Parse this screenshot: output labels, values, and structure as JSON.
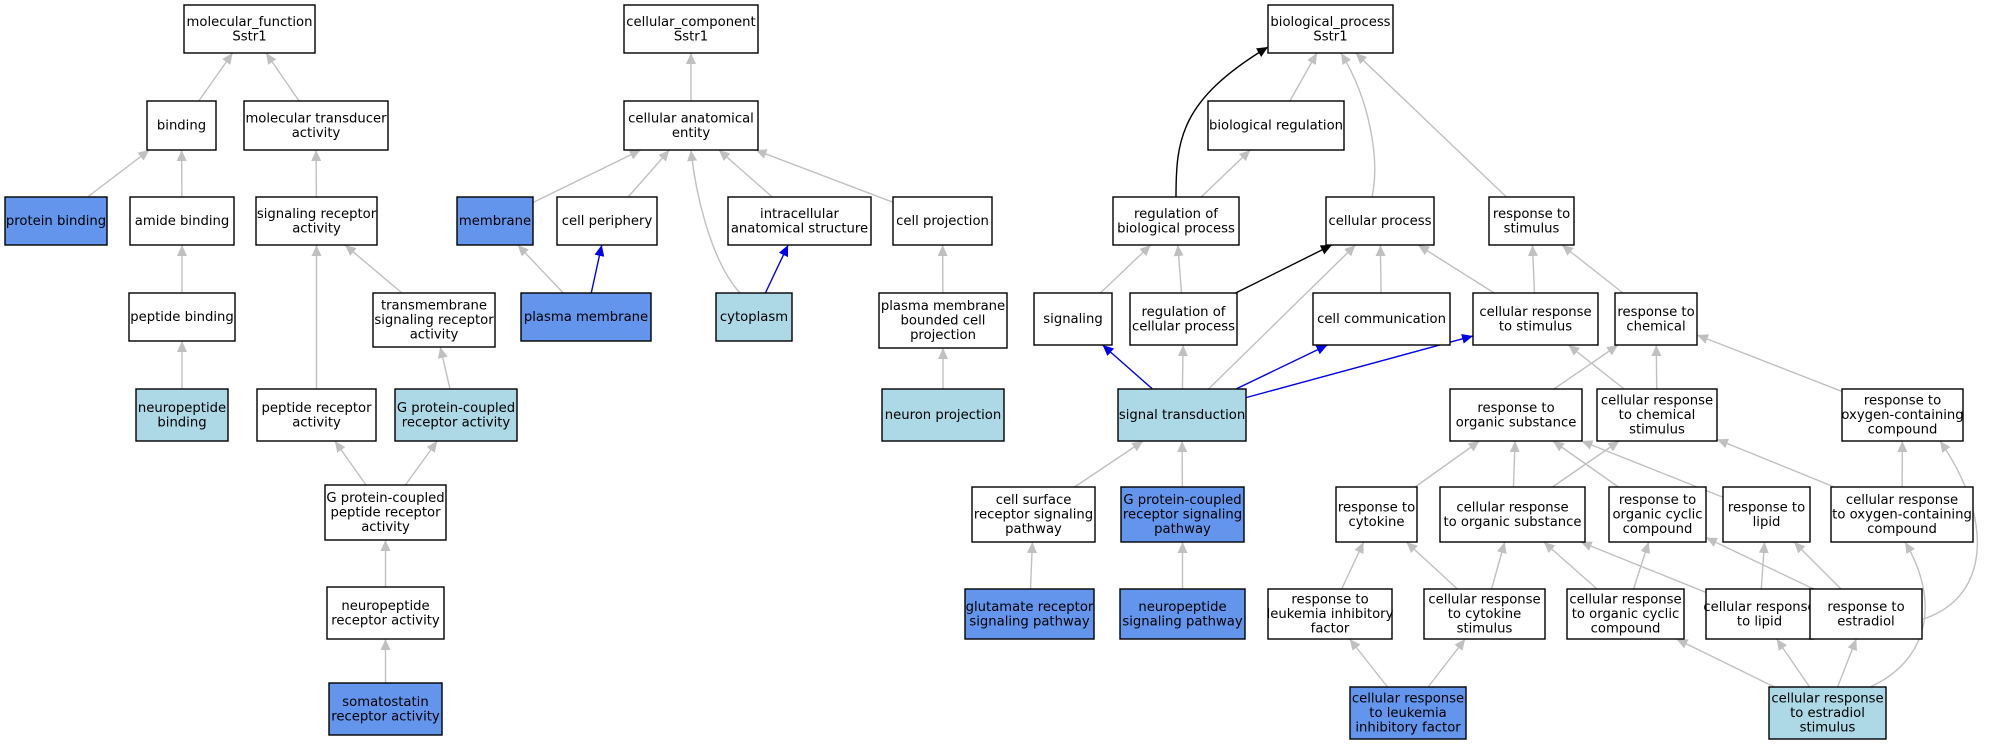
{
  "colors": {
    "node_default": "#ffffff",
    "node_highlight": "#6495ed",
    "node_light": "#add8e6",
    "edge_gray": "#c0c0c0",
    "edge_blue": "#0000ee",
    "edge_black": "#000000"
  },
  "nodes": [
    {
      "id": "mf",
      "lines": [
        "molecular_function",
        "Sstr1"
      ],
      "fill": "white"
    },
    {
      "id": "binding",
      "lines": [
        "binding"
      ],
      "fill": "white"
    },
    {
      "id": "mta",
      "lines": [
        "molecular transducer",
        "activity"
      ],
      "fill": "white"
    },
    {
      "id": "protbind",
      "lines": [
        "protein binding"
      ],
      "fill": "dark"
    },
    {
      "id": "amidebind",
      "lines": [
        "amide binding"
      ],
      "fill": "white"
    },
    {
      "id": "sra",
      "lines": [
        "signaling receptor",
        "activity"
      ],
      "fill": "white"
    },
    {
      "id": "pepbind",
      "lines": [
        "peptide binding"
      ],
      "fill": "white"
    },
    {
      "id": "tmsra",
      "lines": [
        "transmembrane",
        "signaling receptor",
        "activity"
      ],
      "fill": "white"
    },
    {
      "id": "npbind",
      "lines": [
        "neuropeptide",
        "binding"
      ],
      "fill": "light"
    },
    {
      "id": "pra",
      "lines": [
        "peptide receptor",
        "activity"
      ],
      "fill": "white"
    },
    {
      "id": "gpcra",
      "lines": [
        "G protein-coupled",
        "receptor activity"
      ],
      "fill": "light"
    },
    {
      "id": "gpcpra",
      "lines": [
        "G protein-coupled",
        "peptide receptor",
        "activity"
      ],
      "fill": "white"
    },
    {
      "id": "npra",
      "lines": [
        "neuropeptide",
        "receptor activity"
      ],
      "fill": "white"
    },
    {
      "id": "sstra",
      "lines": [
        "somatostatin",
        "receptor activity"
      ],
      "fill": "dark"
    },
    {
      "id": "cc",
      "lines": [
        "cellular_component",
        "Sstr1"
      ],
      "fill": "white"
    },
    {
      "id": "cae",
      "lines": [
        "cellular anatomical",
        "entity"
      ],
      "fill": "white"
    },
    {
      "id": "membrane",
      "lines": [
        "membrane"
      ],
      "fill": "dark"
    },
    {
      "id": "cellper",
      "lines": [
        "cell periphery"
      ],
      "fill": "white"
    },
    {
      "id": "ias",
      "lines": [
        "intracellular",
        "anatomical structure"
      ],
      "fill": "white"
    },
    {
      "id": "cellproj",
      "lines": [
        "cell projection"
      ],
      "fill": "white"
    },
    {
      "id": "pm",
      "lines": [
        "plasma membrane"
      ],
      "fill": "dark"
    },
    {
      "id": "cytoplasm",
      "lines": [
        "cytoplasm"
      ],
      "fill": "light"
    },
    {
      "id": "pmbcp",
      "lines": [
        "plasma membrane",
        "bounded cell",
        "projection"
      ],
      "fill": "white"
    },
    {
      "id": "neuronproj",
      "lines": [
        "neuron projection"
      ],
      "fill": "light"
    },
    {
      "id": "bp",
      "lines": [
        "biological_process",
        "Sstr1"
      ],
      "fill": "white"
    },
    {
      "id": "bioreg",
      "lines": [
        "biological regulation"
      ],
      "fill": "white"
    },
    {
      "id": "regbp",
      "lines": [
        "regulation of",
        "biological process"
      ],
      "fill": "white"
    },
    {
      "id": "cellproc",
      "lines": [
        "cellular process"
      ],
      "fill": "white"
    },
    {
      "id": "respstim",
      "lines": [
        "response to",
        "stimulus"
      ],
      "fill": "white"
    },
    {
      "id": "signaling",
      "lines": [
        "signaling"
      ],
      "fill": "white"
    },
    {
      "id": "regcp",
      "lines": [
        "regulation of",
        "cellular process"
      ],
      "fill": "white"
    },
    {
      "id": "cellcomm",
      "lines": [
        "cell communication"
      ],
      "fill": "white"
    },
    {
      "id": "crstim",
      "lines": [
        "cellular response",
        "to stimulus"
      ],
      "fill": "white"
    },
    {
      "id": "respchem",
      "lines": [
        "response to",
        "chemical"
      ],
      "fill": "white"
    },
    {
      "id": "sigtrans",
      "lines": [
        "signal transduction"
      ],
      "fill": "light"
    },
    {
      "id": "resporg",
      "lines": [
        "response to",
        "organic substance"
      ],
      "fill": "white"
    },
    {
      "id": "crchem",
      "lines": [
        "cellular response",
        "to chemical",
        "stimulus"
      ],
      "fill": "white"
    },
    {
      "id": "respoxy",
      "lines": [
        "response to",
        "oxygen-containing",
        "compound"
      ],
      "fill": "white"
    },
    {
      "id": "csrsp",
      "lines": [
        "cell surface",
        "receptor signaling",
        "pathway"
      ],
      "fill": "white"
    },
    {
      "id": "gpcrsp",
      "lines": [
        "G protein-coupled",
        "receptor signaling",
        "pathway"
      ],
      "fill": "dark"
    },
    {
      "id": "respcyto",
      "lines": [
        "response to",
        "cytokine"
      ],
      "fill": "white"
    },
    {
      "id": "crorg",
      "lines": [
        "cellular response",
        "to organic substance"
      ],
      "fill": "white"
    },
    {
      "id": "respocc",
      "lines": [
        "response to",
        "organic cyclic",
        "compound"
      ],
      "fill": "white"
    },
    {
      "id": "resplipid",
      "lines": [
        "response to",
        "lipid"
      ],
      "fill": "white"
    },
    {
      "id": "croxy",
      "lines": [
        "cellular response",
        "to oxygen-containing",
        "compound"
      ],
      "fill": "white"
    },
    {
      "id": "glusp",
      "lines": [
        "glutamate receptor",
        "signaling pathway"
      ],
      "fill": "dark"
    },
    {
      "id": "npsp",
      "lines": [
        "neuropeptide",
        "signaling pathway"
      ],
      "fill": "dark"
    },
    {
      "id": "resplif",
      "lines": [
        "response to",
        "leukemia inhibitory",
        "factor"
      ],
      "fill": "white"
    },
    {
      "id": "crcyto",
      "lines": [
        "cellular response",
        "to cytokine",
        "stimulus"
      ],
      "fill": "white"
    },
    {
      "id": "crocc",
      "lines": [
        "cellular response",
        "to organic cyclic",
        "compound"
      ],
      "fill": "white"
    },
    {
      "id": "crlipid",
      "lines": [
        "cellular response",
        "to lipid"
      ],
      "fill": "white"
    },
    {
      "id": "respestr",
      "lines": [
        "response to",
        "estradiol"
      ],
      "fill": "white"
    },
    {
      "id": "crlif",
      "lines": [
        "cellular response",
        "to leukemia",
        "inhibitory factor"
      ],
      "fill": "dark"
    },
    {
      "id": "crestr",
      "lines": [
        "cellular response",
        "to estradiol",
        "stimulus"
      ],
      "fill": "light"
    }
  ],
  "edges": [
    {
      "from": "binding",
      "to": "mf",
      "color": "gray"
    },
    {
      "from": "mta",
      "to": "mf",
      "color": "gray"
    },
    {
      "from": "protbind",
      "to": "binding",
      "color": "gray"
    },
    {
      "from": "amidebind",
      "to": "binding",
      "color": "gray"
    },
    {
      "from": "sra",
      "to": "mta",
      "color": "gray"
    },
    {
      "from": "pepbind",
      "to": "amidebind",
      "color": "gray"
    },
    {
      "from": "tmsra",
      "to": "sra",
      "color": "gray"
    },
    {
      "from": "npbind",
      "to": "pepbind",
      "color": "gray"
    },
    {
      "from": "pra",
      "to": "sra",
      "color": "gray"
    },
    {
      "from": "gpcra",
      "to": "tmsra",
      "color": "gray"
    },
    {
      "from": "gpcpra",
      "to": "pra",
      "color": "gray"
    },
    {
      "from": "gpcpra",
      "to": "gpcra",
      "color": "gray"
    },
    {
      "from": "npra",
      "to": "gpcpra",
      "color": "gray"
    },
    {
      "from": "sstra",
      "to": "npra",
      "color": "gray"
    },
    {
      "from": "cae",
      "to": "cc",
      "color": "gray"
    },
    {
      "from": "membrane",
      "to": "cae",
      "color": "gray"
    },
    {
      "from": "cellper",
      "to": "cae",
      "color": "gray"
    },
    {
      "from": "ias",
      "to": "cae",
      "color": "gray"
    },
    {
      "from": "cellproj",
      "to": "cae",
      "color": "gray"
    },
    {
      "from": "cytoplasm",
      "to": "cae",
      "color": "gray"
    },
    {
      "from": "pm",
      "to": "membrane",
      "color": "gray"
    },
    {
      "from": "pm",
      "to": "cellper",
      "color": "blue"
    },
    {
      "from": "cytoplasm",
      "to": "ias",
      "color": "blue"
    },
    {
      "from": "pmbcp",
      "to": "cellproj",
      "color": "gray"
    },
    {
      "from": "neuronproj",
      "to": "pmbcp",
      "color": "gray"
    },
    {
      "from": "bioreg",
      "to": "bp",
      "color": "gray"
    },
    {
      "from": "regbp",
      "to": "bp",
      "color": "black"
    },
    {
      "from": "cellproc",
      "to": "bp",
      "color": "gray"
    },
    {
      "from": "respstim",
      "to": "bp",
      "color": "gray"
    },
    {
      "from": "regbp",
      "to": "bioreg",
      "color": "gray"
    },
    {
      "from": "signaling",
      "to": "regbp",
      "color": "gray"
    },
    {
      "from": "regcp",
      "to": "regbp",
      "color": "gray"
    },
    {
      "from": "regcp",
      "to": "cellproc",
      "color": "black"
    },
    {
      "from": "cellcomm",
      "to": "cellproc",
      "color": "gray"
    },
    {
      "from": "crstim",
      "to": "cellproc",
      "color": "gray"
    },
    {
      "from": "crstim",
      "to": "respstim",
      "color": "gray"
    },
    {
      "from": "respchem",
      "to": "respstim",
      "color": "gray"
    },
    {
      "from": "sigtrans",
      "to": "regcp",
      "color": "gray"
    },
    {
      "from": "sigtrans",
      "to": "cellproc",
      "color": "gray"
    },
    {
      "from": "sigtrans",
      "to": "signaling",
      "color": "blue"
    },
    {
      "from": "sigtrans",
      "to": "cellcomm",
      "color": "blue"
    },
    {
      "from": "sigtrans",
      "to": "crstim",
      "color": "blue"
    },
    {
      "from": "resporg",
      "to": "respchem",
      "color": "gray"
    },
    {
      "from": "crchem",
      "to": "respchem",
      "color": "gray"
    },
    {
      "from": "crchem",
      "to": "crstim",
      "color": "gray"
    },
    {
      "from": "respoxy",
      "to": "respchem",
      "color": "gray"
    },
    {
      "from": "csrsp",
      "to": "sigtrans",
      "color": "gray"
    },
    {
      "from": "gpcrsp",
      "to": "sigtrans",
      "color": "gray"
    },
    {
      "from": "respcyto",
      "to": "resporg",
      "color": "gray"
    },
    {
      "from": "crorg",
      "to": "resporg",
      "color": "gray"
    },
    {
      "from": "crorg",
      "to": "crchem",
      "color": "gray"
    },
    {
      "from": "respocc",
      "to": "resporg",
      "color": "gray"
    },
    {
      "from": "resplipid",
      "to": "resporg",
      "color": "gray"
    },
    {
      "from": "croxy",
      "to": "respoxy",
      "color": "gray"
    },
    {
      "from": "croxy",
      "to": "crchem",
      "color": "gray"
    },
    {
      "from": "glusp",
      "to": "csrsp",
      "color": "gray"
    },
    {
      "from": "npsp",
      "to": "gpcrsp",
      "color": "gray"
    },
    {
      "from": "resplif",
      "to": "respcyto",
      "color": "gray"
    },
    {
      "from": "crcyto",
      "to": "respcyto",
      "color": "gray"
    },
    {
      "from": "crcyto",
      "to": "crorg",
      "color": "gray"
    },
    {
      "from": "crocc",
      "to": "respocc",
      "color": "gray"
    },
    {
      "from": "crocc",
      "to": "crorg",
      "color": "gray"
    },
    {
      "from": "crlipid",
      "to": "resplipid",
      "color": "gray"
    },
    {
      "from": "crlipid",
      "to": "crorg",
      "color": "gray"
    },
    {
      "from": "respestr",
      "to": "resplipid",
      "color": "gray"
    },
    {
      "from": "respestr",
      "to": "respocc",
      "color": "gray"
    },
    {
      "from": "respestr",
      "to": "respoxy",
      "color": "gray"
    },
    {
      "from": "crlif",
      "to": "resplif",
      "color": "gray"
    },
    {
      "from": "crlif",
      "to": "crcyto",
      "color": "gray"
    },
    {
      "from": "crestr",
      "to": "respestr",
      "color": "gray"
    },
    {
      "from": "crestr",
      "to": "crlipid",
      "color": "gray"
    },
    {
      "from": "crestr",
      "to": "crocc",
      "color": "gray"
    },
    {
      "from": "crestr",
      "to": "croxy",
      "color": "gray"
    }
  ]
}
